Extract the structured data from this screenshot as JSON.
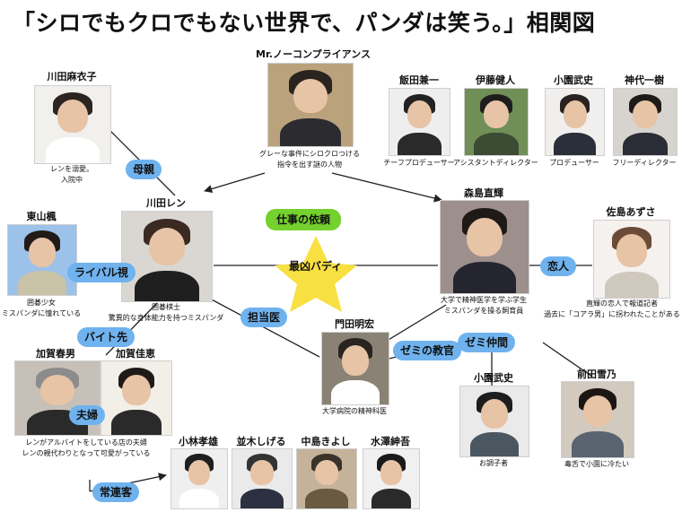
{
  "title": "「シロでもクロでもない世界で、パンダは笑う。」相関図",
  "people": {
    "mr": {
      "name": "Mr.ノーコンプライアンス",
      "desc": [
        "グレーな事件にシロクロつける",
        "指令を出す謎の人物"
      ]
    },
    "kawada_maiko": {
      "name": "川田麻衣子",
      "desc": [
        "レンを溺愛。",
        "入院中"
      ]
    },
    "ren": {
      "name": "川田レン",
      "desc": [
        "囲碁棋士",
        "驚異的な身体能力を持つミスパンダ"
      ]
    },
    "higashiyama": {
      "name": "東山楓",
      "desc": [
        "囲碁少女",
        "ミスパンダに憧れている"
      ]
    },
    "morishima": {
      "name": "森島直輝",
      "desc": [
        "大学で精神医学を学ぶ学生",
        "ミスパンダを操る飼育員"
      ]
    },
    "sajima": {
      "name": "佐島あずさ",
      "desc": [
        "直輝の恋人で報道記者",
        "過去に「コアラ男」に拐われたことがある"
      ]
    },
    "iida": {
      "name": "飯田兼一",
      "desc": [
        "チーフプロデューサー"
      ]
    },
    "ito": {
      "name": "伊藤健人",
      "desc": [
        "アシスタントディレクター"
      ]
    },
    "koen_top": {
      "name": "小園武史",
      "desc": [
        "プロデューサー"
      ]
    },
    "kamishiro": {
      "name": "神代一樹",
      "desc": [
        "フリーディレクター"
      ]
    },
    "monda": {
      "name": "門田明宏",
      "desc": [
        "大学病院の精神科医"
      ]
    },
    "koen_bottom": {
      "name": "小園武史",
      "desc": [
        "お調子者"
      ]
    },
    "maeda": {
      "name": "前田雪乃",
      "desc": [
        "毒舌で小園に冷たい"
      ]
    },
    "kaga_haruo": {
      "name": "加賀春男",
      "desc": []
    },
    "kaga_yoshie": {
      "name": "加賀佳恵",
      "desc": []
    },
    "kaga_note": {
      "desc": [
        "レンがアルバイトをしている店の夫婦",
        "レンの親代わりとなって可愛がっている"
      ]
    },
    "kobayashi": {
      "name": "小林孝雄",
      "desc": []
    },
    "namiki": {
      "name": "並木しげる",
      "desc": []
    },
    "nakajima": {
      "name": "中島きよし",
      "desc": []
    },
    "mizusawa": {
      "name": "水澤紳吾",
      "desc": []
    }
  },
  "relations": {
    "mother": "母親",
    "rival": "ライバル視",
    "baito": "バイト先",
    "fufu": "夫婦",
    "joren": "常連客",
    "tanto": "担当医",
    "work": "仕事の依頼",
    "buddy": "最凶バディ",
    "koibito": "恋人",
    "zemi_teacher": "ゼミの教官",
    "zemi_friend": "ゼミ仲間"
  },
  "colors": {
    "label_blue": "#6fb2ee",
    "label_green": "#74d12e",
    "star": "#f8e042"
  }
}
